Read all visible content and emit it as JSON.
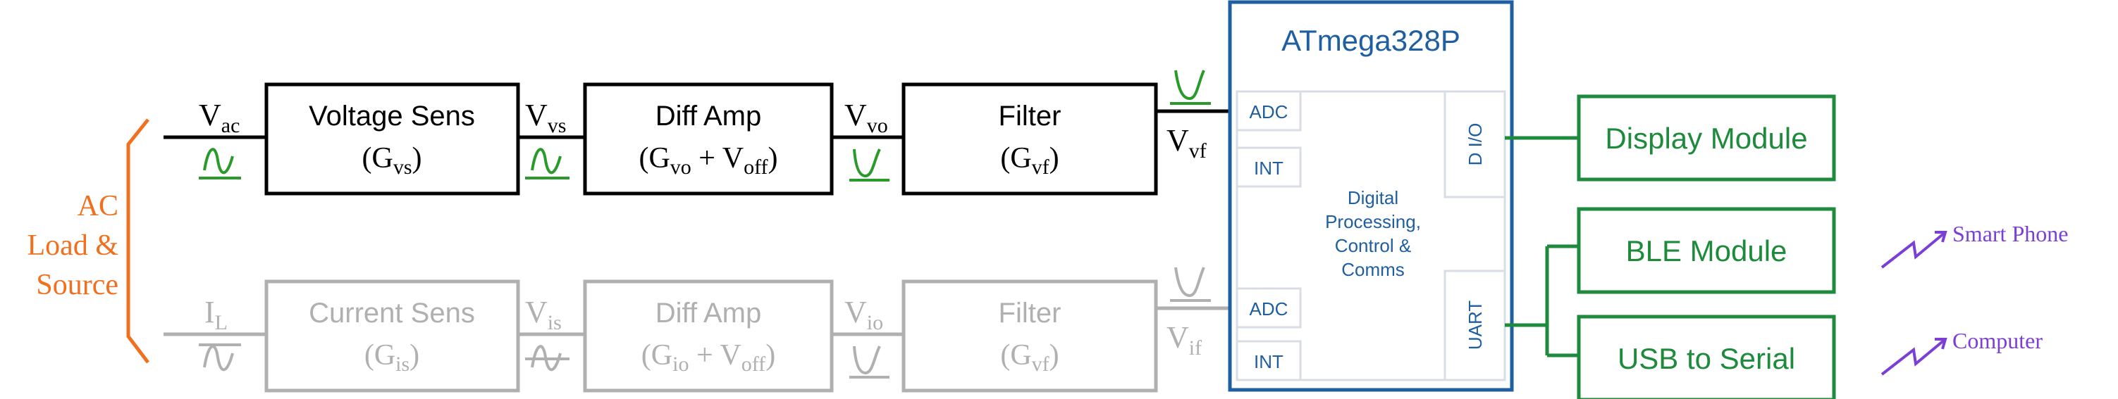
{
  "source": {
    "label_line1": "AC",
    "label_line2": "Load &",
    "label_line3": "Source",
    "color": "#f07020"
  },
  "voltage_chain": {
    "input_main": "V",
    "input_sub": "ac",
    "sensor": {
      "name": "Voltage Sens",
      "gain_main": "(G",
      "gain_sub": "vs",
      "gain_end": ")"
    },
    "signal1_main": "V",
    "signal1_sub": "vs",
    "amp": {
      "name": "Diff Amp",
      "expr_main": "(G",
      "expr_sub": "vo",
      "expr_mid": " + V",
      "expr_sub2": "off",
      "expr_end": ")"
    },
    "signal2_main": "V",
    "signal2_sub": "vo",
    "filter": {
      "name": "Filter",
      "gain_main": "(G",
      "gain_sub": "vf",
      "gain_end": ")"
    },
    "signal3_main": "V",
    "signal3_sub": "vf",
    "line_color": "#000000",
    "wave_color": "#2a9a2a"
  },
  "current_chain": {
    "input_main": "I",
    "input_sub": "L",
    "sensor": {
      "name": "Current Sens",
      "gain_main": "(G",
      "gain_sub": "is",
      "gain_end": ")"
    },
    "signal1_main": "V",
    "signal1_sub": "is",
    "amp": {
      "name": "Diff Amp",
      "expr_main": "(G",
      "expr_sub": "io",
      "expr_mid": " + V",
      "expr_sub2": "off",
      "expr_end": ")"
    },
    "signal2_main": "V",
    "signal2_sub": "io",
    "filter": {
      "name": "Filter",
      "gain_main": "(G",
      "gain_sub": "vf",
      "gain_end": ")"
    },
    "signal3_main": "V",
    "signal3_sub": "if",
    "line_color": "#b0b0b0",
    "wave_color": "#b0b0b0"
  },
  "mcu": {
    "title": "ATmega328P",
    "core_line1": "Digital",
    "core_line2": "Processing,",
    "core_line3": "Control &",
    "core_line4": "Comms",
    "port_adc_1": "ADC",
    "port_int_1": "INT",
    "port_adc_2": "ADC",
    "port_int_2": "INT",
    "port_dio": "D I/O",
    "port_uart": "UART",
    "color": "#1f5fa0"
  },
  "outputs": {
    "display": "Display Module",
    "ble": "BLE Module",
    "usb": "USB to Serial",
    "color": "#1e8a3c"
  },
  "endpoints": {
    "phone": "Smart Phone",
    "computer": "Computer",
    "color": "#7b3fd6"
  }
}
